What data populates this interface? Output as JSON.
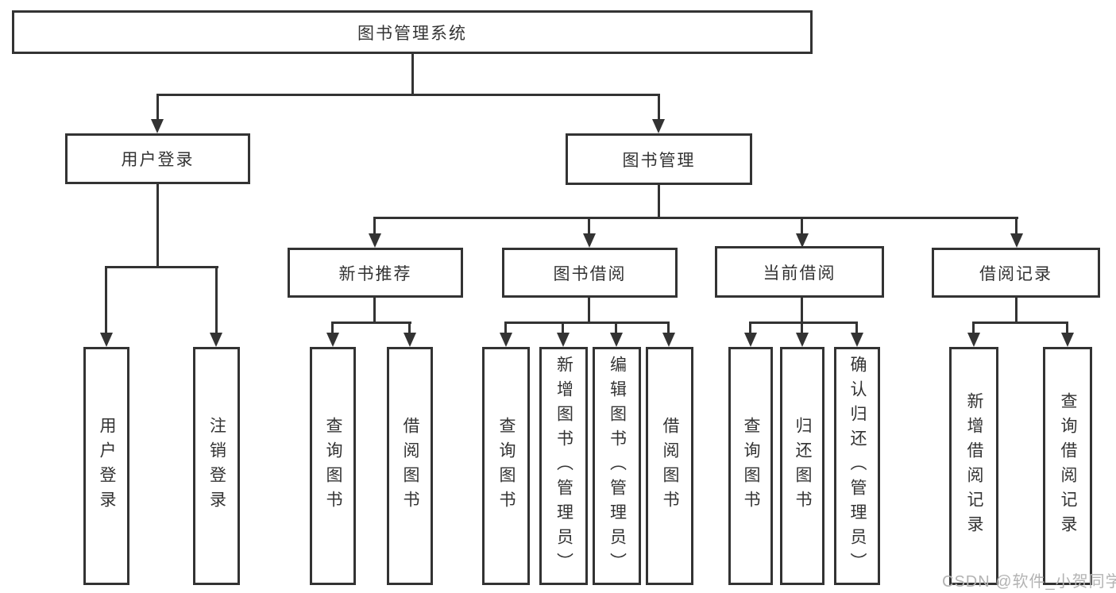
{
  "colors": {
    "background": "#ffffff",
    "line": "#333333",
    "box_border": "#333333",
    "text": "#333333",
    "watermark": "#b3b3b3"
  },
  "tree": {
    "root": {
      "label": "图书管理系统"
    },
    "branches": [
      {
        "label": "用户登录",
        "children": [
          {
            "label": "用户登录"
          },
          {
            "label": "注销登录"
          }
        ]
      },
      {
        "label": "图书管理",
        "groups": [
          {
            "label": "新书推荐",
            "children": [
              {
                "label": "查询图书"
              },
              {
                "label": "借阅图书"
              }
            ]
          },
          {
            "label": "图书借阅",
            "children": [
              {
                "label": "查询图书"
              },
              {
                "label": "新增图书（管理员）"
              },
              {
                "label": "编辑图书（管理员）"
              },
              {
                "label": "借阅图书"
              }
            ]
          },
          {
            "label": "当前借阅",
            "children": [
              {
                "label": "查询图书"
              },
              {
                "label": "归还图书"
              },
              {
                "label": "确认归还（管理员）"
              }
            ]
          },
          {
            "label": "借阅记录",
            "children": [
              {
                "label": "新增借阅记录"
              },
              {
                "label": "查询借阅记录"
              }
            ]
          }
        ]
      }
    ]
  },
  "watermark": {
    "text": "CSDN @软件_小贺同学"
  }
}
